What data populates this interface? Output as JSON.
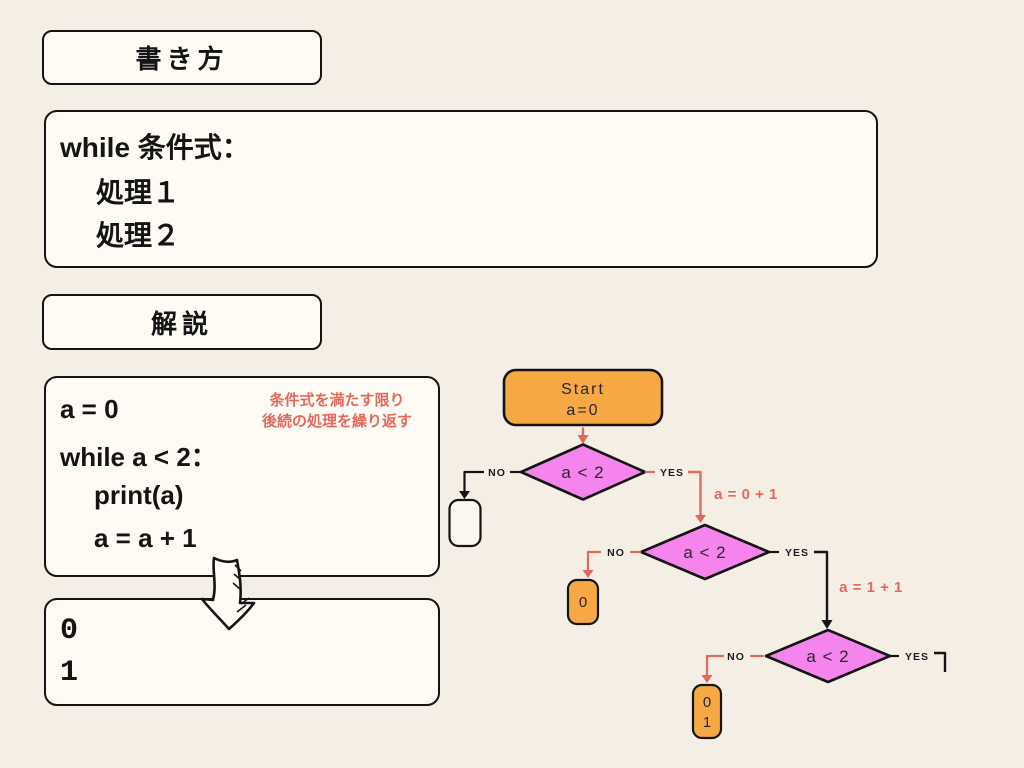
{
  "colors": {
    "background": "#f4eee4",
    "box_fill": "#fdfbf4",
    "outline_black": "#141414",
    "orange": "#f5a843",
    "pink": "#f585ec",
    "salmon": "#e3695c",
    "flow_text_dark": "#2b2434"
  },
  "headings": {
    "how_to_write": "書き方",
    "explanation": "解説"
  },
  "syntax_box": {
    "line1": "while 条件式：",
    "line2": "処理１",
    "line3": "処理２"
  },
  "code_box": {
    "line1": "a = 0",
    "line2": "while a < 2：",
    "line3": "print(a)",
    "line4": "a = a + 1"
  },
  "annotation": {
    "line1": "条件式を満たす限り",
    "line2": "後続の処理を繰り返す"
  },
  "output_box": {
    "line1": "0",
    "line2": "1"
  },
  "flowchart": {
    "start": {
      "title": "Start",
      "init": "a=0"
    },
    "condition": "a < 2",
    "no": "NO",
    "yes": "YES",
    "increment1": "a = 0 + 1",
    "increment2": "a = 1 + 1",
    "result1": "0",
    "result2_line1": "0",
    "result2_line2": "1"
  }
}
